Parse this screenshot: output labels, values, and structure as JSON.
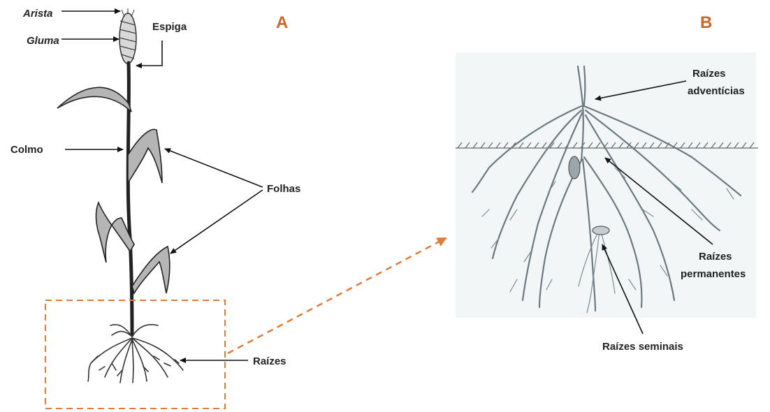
{
  "colors": {
    "accent": "#e07b39",
    "panel_label": "#c8682a",
    "leaf_fill": "#b5b5b5",
    "root_gray": "#6b7a80",
    "background_b": "#f3f6f7"
  },
  "panel_a": {
    "letter": "A",
    "labels": {
      "arista": "Arista",
      "gluma": "Gluma",
      "espiga": "Espiga",
      "colmo": "Colmo",
      "folhas": "Folhas",
      "raizes": "Raízes"
    }
  },
  "panel_b": {
    "letter": "B",
    "labels": {
      "adventicias_line1": "Raízes",
      "adventicias_line2": "adventícias",
      "permanentes_line1": "Raízes",
      "permanentes_line2": "permanentes",
      "seminais": "Raízes seminais"
    }
  },
  "icons": {
    "zoom_arrow": "dashed-orange-arrow-icon",
    "zoom_box": "dashed-orange-box"
  }
}
